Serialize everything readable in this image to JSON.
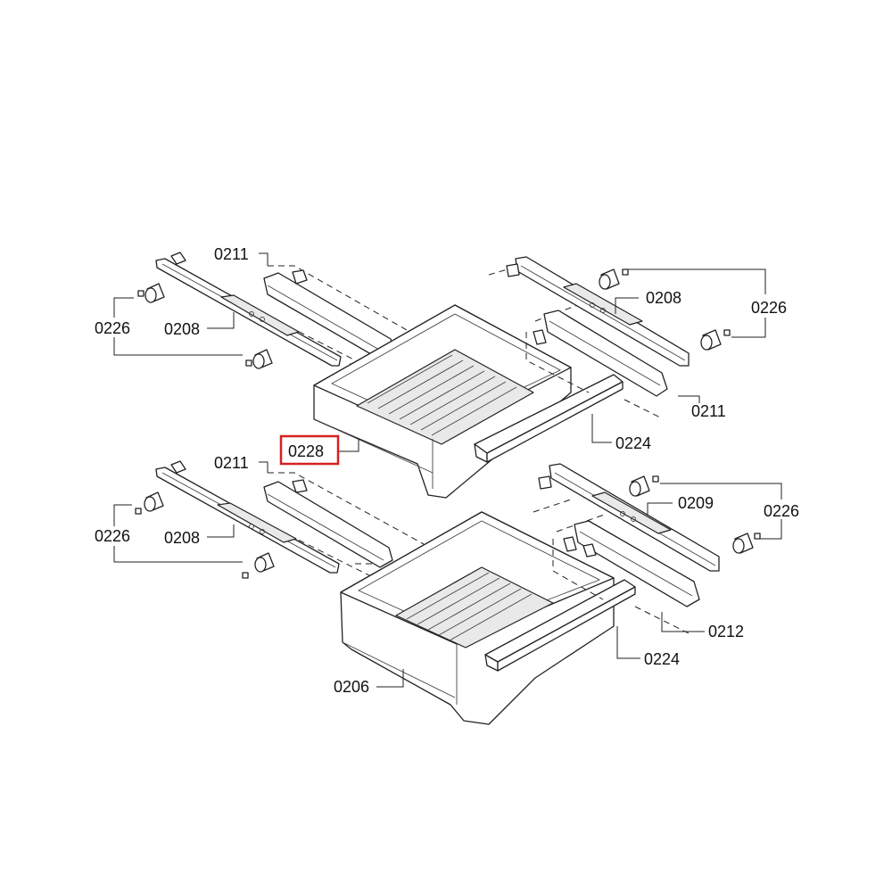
{
  "diagram": {
    "callouts": {
      "c0211_top_left": "0211",
      "c0226_top_left": "0226",
      "c0208_top_left": "0208",
      "c0208_top_right": "0208",
      "c0226_top_right": "0226",
      "c0211_top_right": "0211",
      "c0224_top": "0224",
      "c0228": "0228",
      "c0211_bottom_left": "0211",
      "c0226_bottom_left": "0226",
      "c0208_bottom_left": "0208",
      "c0209": "0209",
      "c0226_bottom_right": "0226",
      "c0212": "0212",
      "c0224_bottom": "0224",
      "c0206": "0206"
    },
    "highlighted_callout": "0228",
    "highlight_color": "#d62020"
  }
}
